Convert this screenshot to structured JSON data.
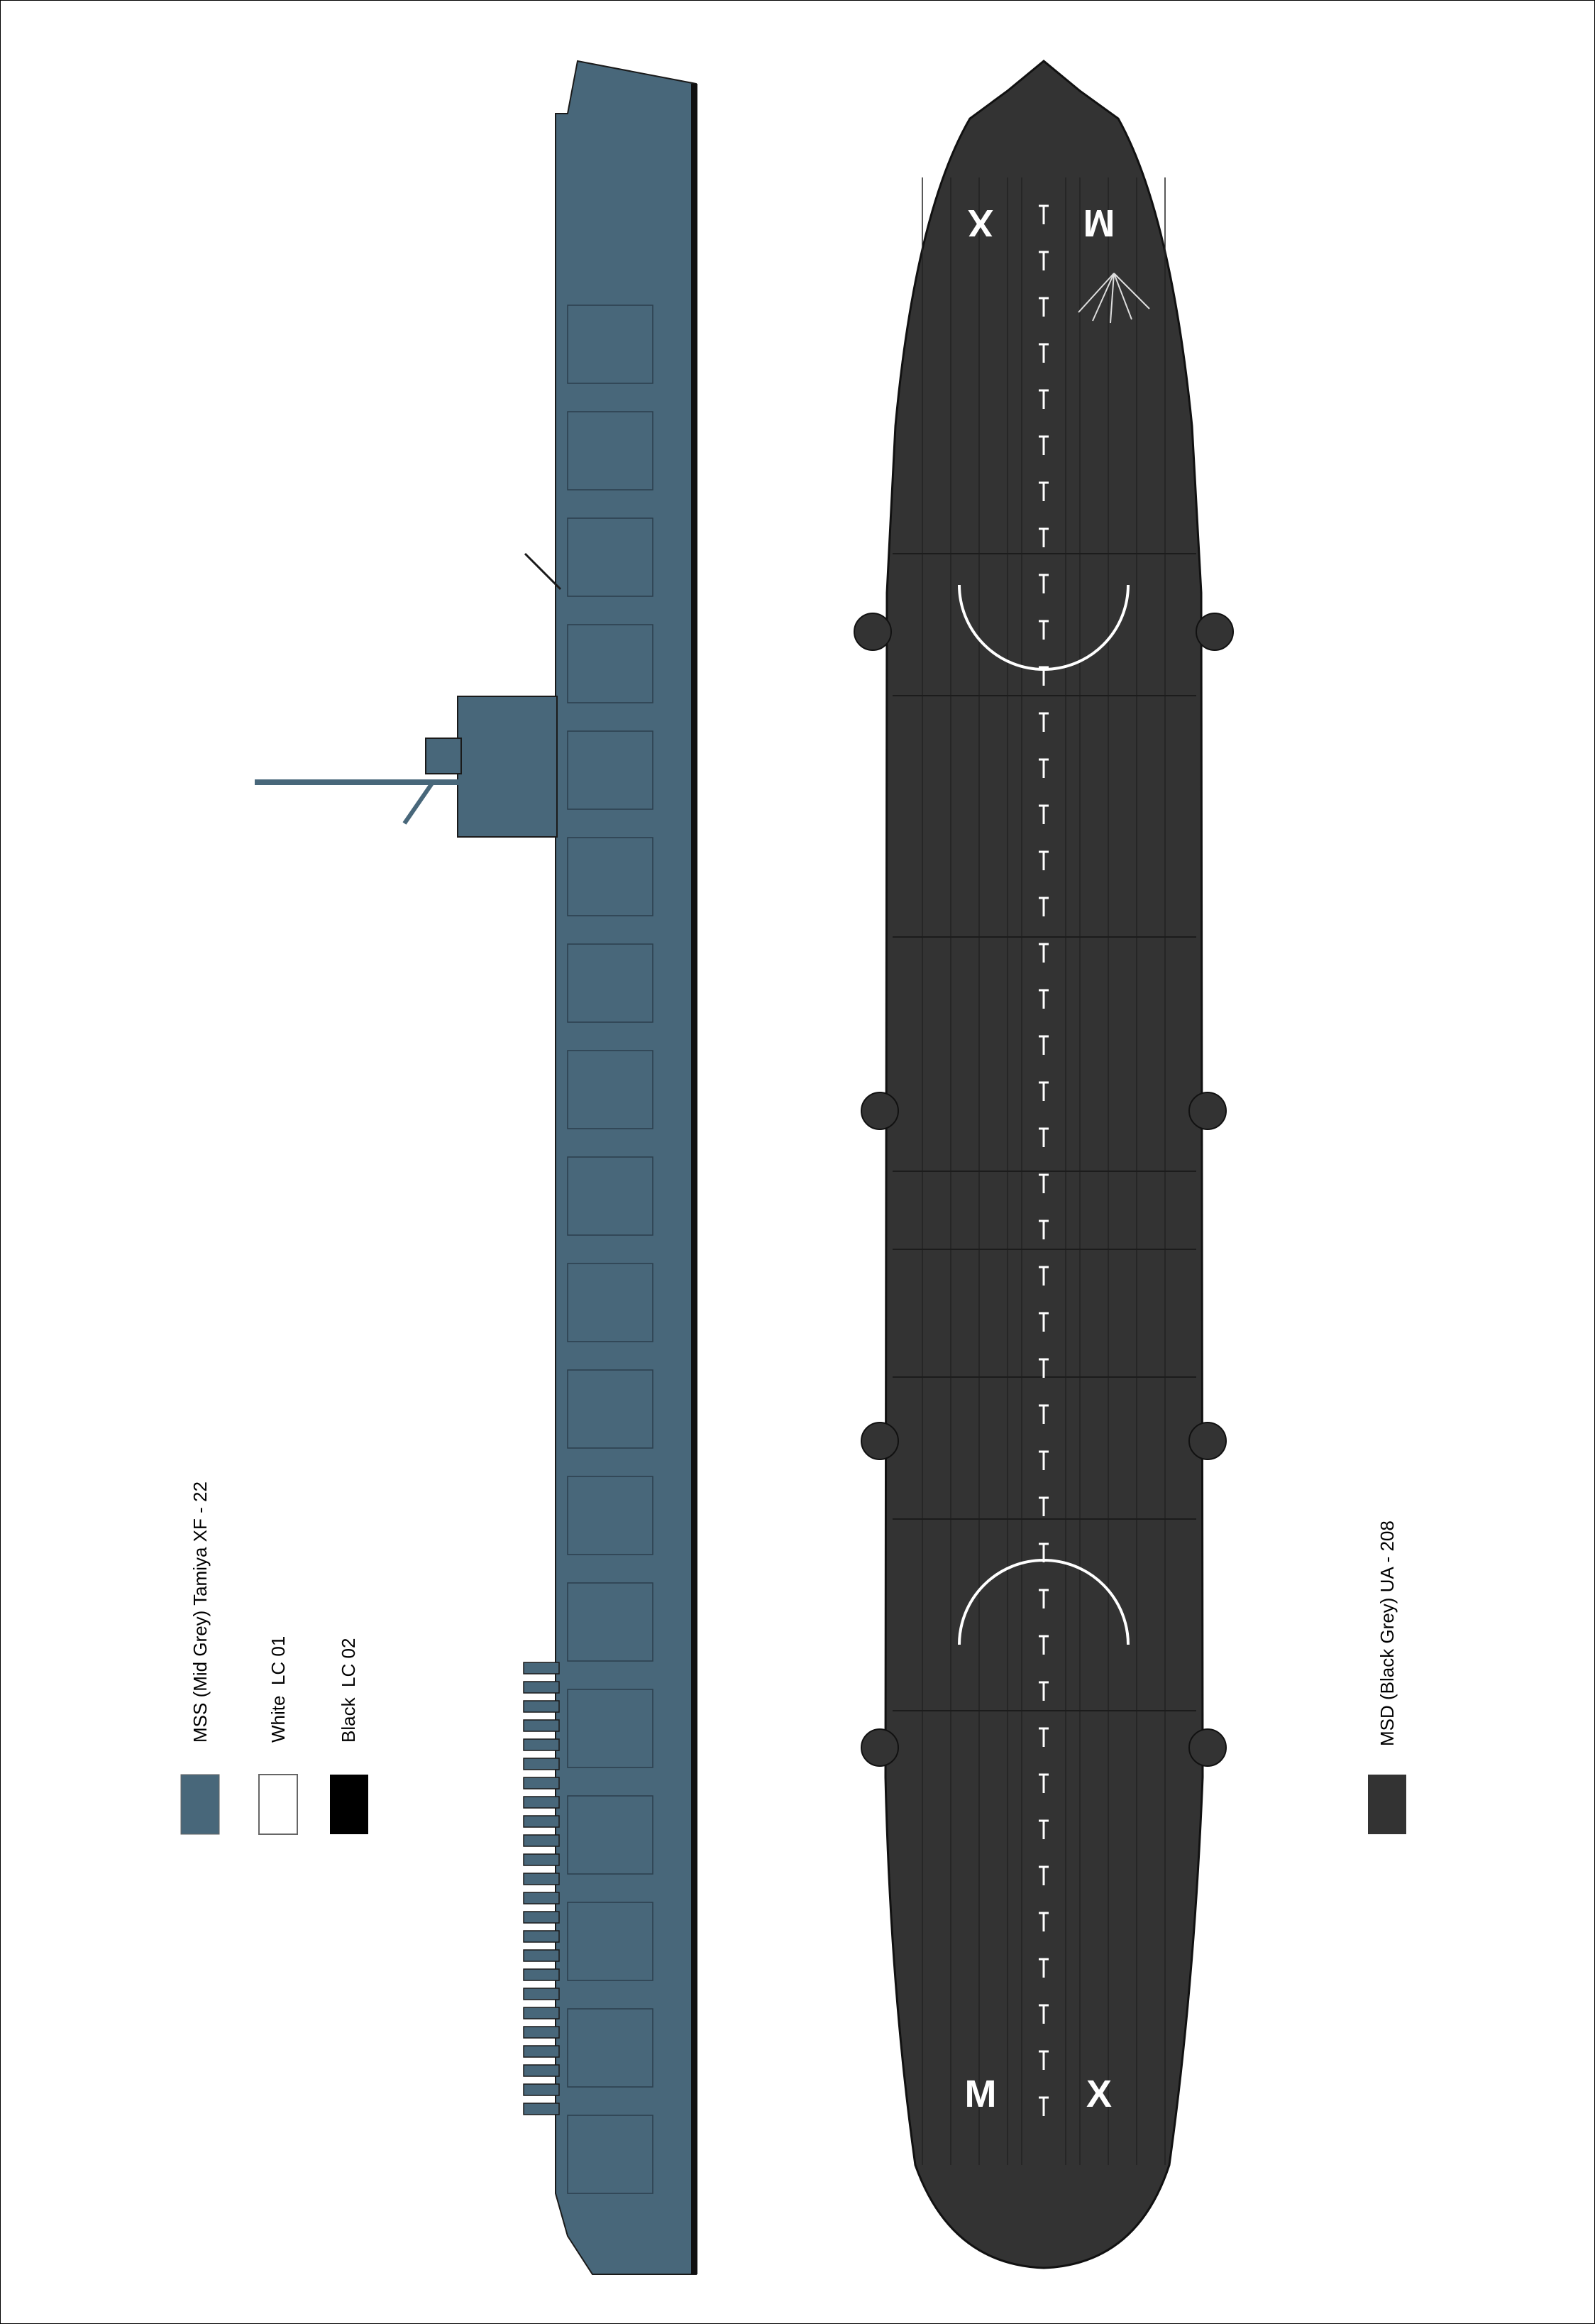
{
  "legend": {
    "items": [
      {
        "label": "MSS (Mid Grey) Tamiya XF - 22",
        "color": "#48677a"
      },
      {
        "label": "White  LC 01",
        "color": "#ffffff"
      },
      {
        "label": "Black  LC 02",
        "color": "#000000"
      },
      {
        "label": "MSD (Black Grey) UA - 208",
        "color": "#333333"
      }
    ]
  },
  "deck_markings": {
    "bow_left": "X",
    "bow_right": "M",
    "stern_left": "M",
    "stern_right": "X"
  },
  "colors": {
    "hull_side": "#48677a",
    "deck": "#333333",
    "outline": "#1a1a1a",
    "marking": "#ffffff"
  }
}
